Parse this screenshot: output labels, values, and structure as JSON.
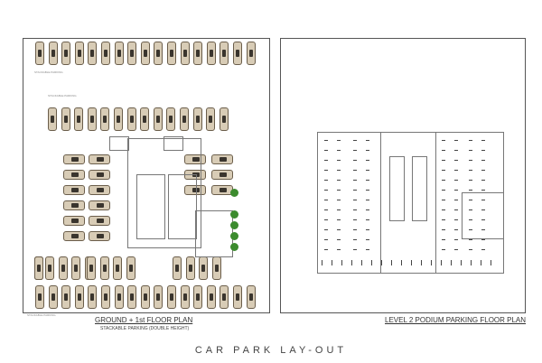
{
  "title": "CAR PARK LAY-OUT",
  "ground_plan": {
    "title": "GROUND + 1st FLOOR PLAN",
    "subtitle": "STACKABLE PARKING (DOUBLE HEIGHT)",
    "zone_label": "STACKABLE PARKING"
  },
  "level2_plan": {
    "title": "LEVEL 2 PODIUM PARKING FLOOR PLAN"
  },
  "colors": {
    "car": "#d8ccb6",
    "tree": "#3c8b2e",
    "line": "#555555"
  }
}
